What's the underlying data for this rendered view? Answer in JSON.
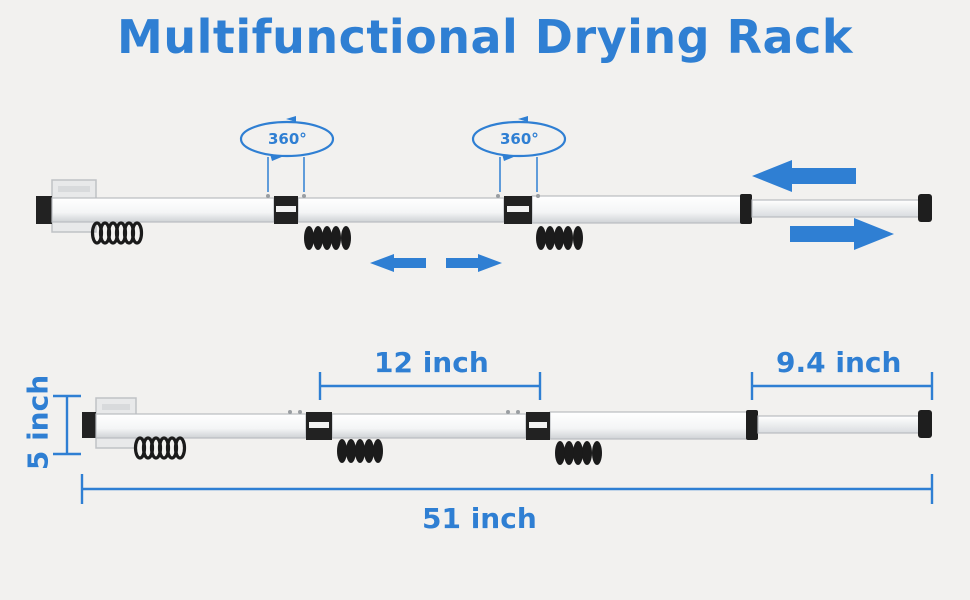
{
  "title": "Multifunctional Drying Rack",
  "rotation_label": "360°",
  "dimensions": {
    "segment": "12 inch",
    "extension": "9.4 inch",
    "height": "5 inch",
    "total": "51 inch"
  },
  "colors": {
    "accent": "#2f7fd3",
    "rail": "#ffffff",
    "rail_edge": "#b9bcc0",
    "hook": "#1b1b1b",
    "background": "#f2f1ef"
  },
  "icons": [
    "rotate-360-icon",
    "arrow-left-icon",
    "arrow-right-icon"
  ]
}
